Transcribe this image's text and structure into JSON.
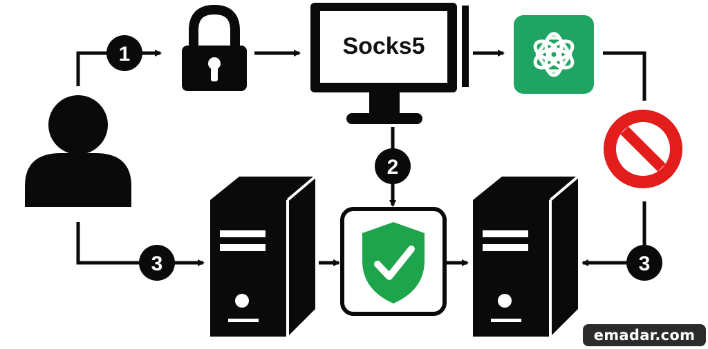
{
  "diagram": {
    "monitor_label": "Socks5",
    "steps": {
      "top_left": "1",
      "middle": "2",
      "bottom_left": "3",
      "bottom_right": "3"
    }
  },
  "icons": {
    "user": "user-icon",
    "lock": "padlock-icon",
    "monitor": "monitor-icon",
    "ai": "openai-logo-icon",
    "blocked": "no-entry-icon",
    "server_left": "server-tower-icon",
    "shield": "shield-check-icon",
    "server_right": "server-tower-icon"
  },
  "colors": {
    "ink": "#0a0a0a",
    "openai_green": "#1fa463",
    "shield_green": "#1ea44b",
    "prohibit_red": "#e31c1c"
  },
  "watermark": "emadar.com"
}
